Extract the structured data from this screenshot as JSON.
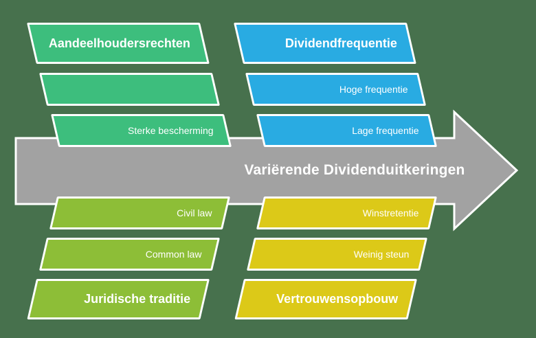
{
  "background_color": "#47714D",
  "arrow": {
    "title": "Variërende Dividenduitkeringen",
    "color": "#A2A2A2",
    "outline_color": "#FFFFFF"
  },
  "groups": [
    {
      "name": "top-left",
      "color": "#3DBE7D",
      "items": [
        {
          "label": "Aandeelhoudersrechten",
          "role": "header"
        },
        {
          "label": "",
          "role": "item"
        },
        {
          "label": "Sterke bescherming",
          "role": "item"
        }
      ]
    },
    {
      "name": "top-right",
      "color": "#29ABE2",
      "items": [
        {
          "label": "Dividendfrequentie",
          "role": "header"
        },
        {
          "label": "Hoge frequentie",
          "role": "item"
        },
        {
          "label": "Lage frequentie",
          "role": "item"
        }
      ]
    },
    {
      "name": "bottom-left",
      "color": "#8DBE37",
      "items": [
        {
          "label": "Civil law",
          "role": "item"
        },
        {
          "label": "Common law",
          "role": "item"
        },
        {
          "label": "Juridische traditie",
          "role": "header"
        }
      ]
    },
    {
      "name": "bottom-right",
      "color": "#DCC918",
      "items": [
        {
          "label": "Winstretentie",
          "role": "item"
        },
        {
          "label": "Weinig steun",
          "role": "item"
        },
        {
          "label": "Vertrouwensopbouw",
          "role": "header"
        }
      ]
    }
  ]
}
